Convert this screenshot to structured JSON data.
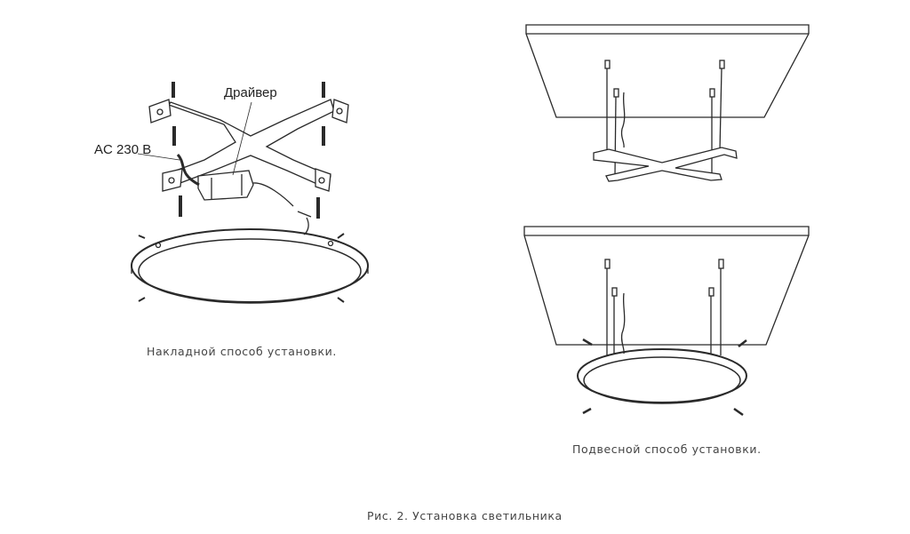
{
  "figure": {
    "caption": "Рис. 2. Установка светильника",
    "left_panel": {
      "caption": "Накладной способ установки.",
      "callouts": {
        "driver": "Драйвер",
        "power": "AC 230 B"
      }
    },
    "right_panel": {
      "caption": "Подвесной способ установки."
    }
  },
  "colors": {
    "stroke": "#2a2a2a",
    "text": "#444444"
  }
}
